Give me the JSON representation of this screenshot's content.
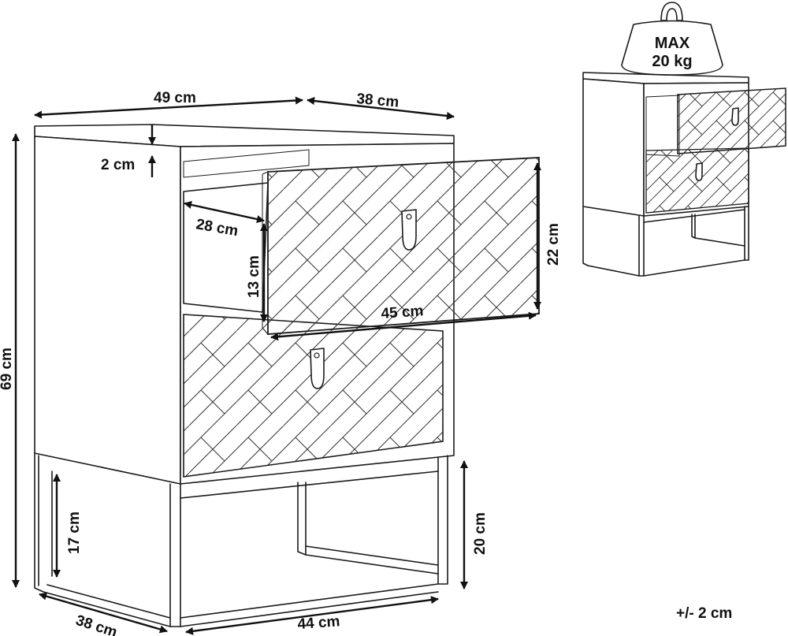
{
  "dimensions": {
    "overall_width": "49 cm",
    "overall_depth": "38 cm",
    "top_thickness": "2 cm",
    "overall_height": "69 cm",
    "drawer_depth": "28 cm",
    "drawer_inner_height": "13 cm",
    "drawer_front_height": "22 cm",
    "drawer_front_width": "45 cm",
    "frame_inner_height": "17 cm",
    "frame_height": "20 cm",
    "base_depth": "38 cm",
    "base_width": "44 cm"
  },
  "load_weight": {
    "line1": "MAX",
    "line2": "20 kg"
  },
  "tolerance": "+/- 2 cm"
}
